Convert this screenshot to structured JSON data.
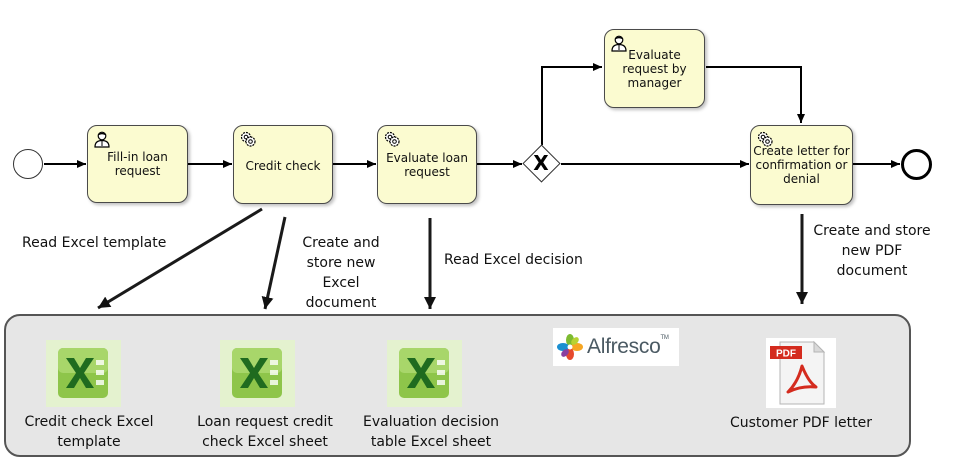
{
  "tasks": {
    "fill_in": "Fill-in loan request",
    "credit_check": "Credit check",
    "evaluate_loan": "Evaluate loan request",
    "evaluate_manager": "Evaluate request by manager",
    "create_letter": "Create letter for confirmation or denial"
  },
  "gateway": {
    "symbol": "X"
  },
  "annotations": {
    "read_template": "Read Excel template",
    "create_excel": "Create and store new Excel document",
    "read_decision": "Read Excel decision",
    "create_pdf": "Create and store new PDF document"
  },
  "repository": {
    "brand": "Alfresco",
    "brand_tm": "TM",
    "brand_colors": [
      "#7dbb31",
      "#f6a623",
      "#e6492d",
      "#1b8fd1"
    ],
    "documents": [
      {
        "label": "Credit check Excel template",
        "icon": "excel-icon"
      },
      {
        "label": "Loan request credit check Excel sheet",
        "icon": "excel-icon"
      },
      {
        "label": "Evaluation decision table Excel sheet",
        "icon": "excel-icon"
      },
      {
        "label": "Customer PDF letter",
        "icon": "pdf-icon",
        "icon_text": "PDF"
      }
    ]
  },
  "colors": {
    "task_fill": "#fbfbd0",
    "pool_fill": "#e6e6e6",
    "excel_green": "#2e8b2e",
    "pdf_red": "#d42b1e"
  }
}
